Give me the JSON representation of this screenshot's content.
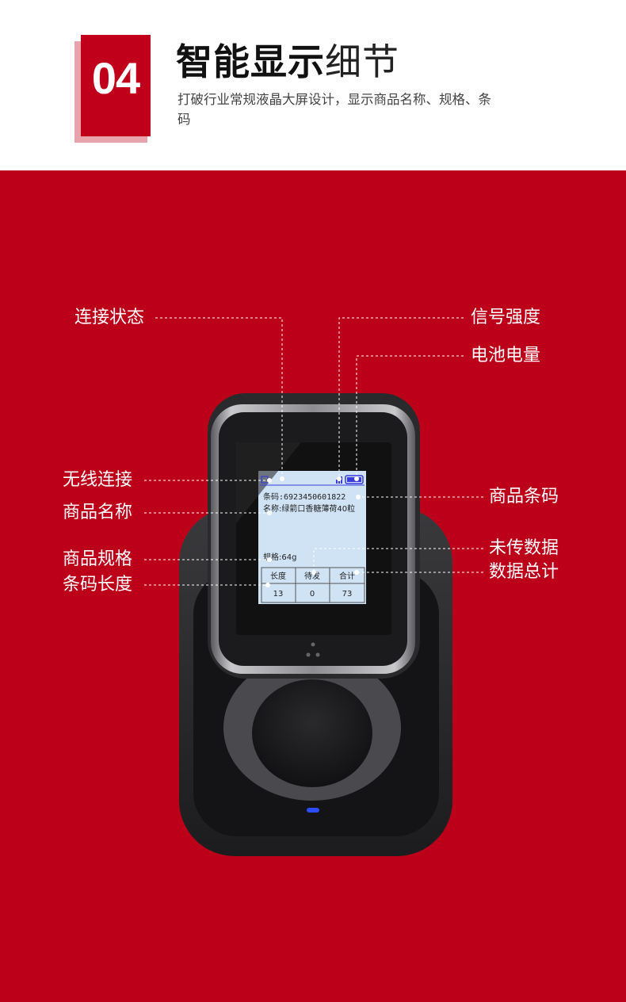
{
  "header": {
    "number": "04",
    "title_bold": "智能显示",
    "title_light": "细节",
    "subtitle": "打破行业常规液晶大屏设计，显示商品名称、规格、条码"
  },
  "colors": {
    "brand_red": "#bd0019",
    "badge_red": "#c0001a",
    "screen_blue": "#3a3bd9"
  },
  "callouts": {
    "left": [
      "连接状态",
      "无线连接",
      "商品名称",
      "商品规格",
      "条码长度"
    ],
    "right": [
      "信号强度",
      "电池电量",
      "商品条码",
      "未传数据",
      "数据总计"
    ]
  },
  "screen": {
    "barcode": "条码:6923450601822",
    "name": "名称:绿箭口香糖薄荷40粒",
    "spec": "规格:64g",
    "table": {
      "headers": [
        "长度",
        "待发",
        "合计"
      ],
      "values": [
        "13",
        "0",
        "73"
      ]
    }
  }
}
